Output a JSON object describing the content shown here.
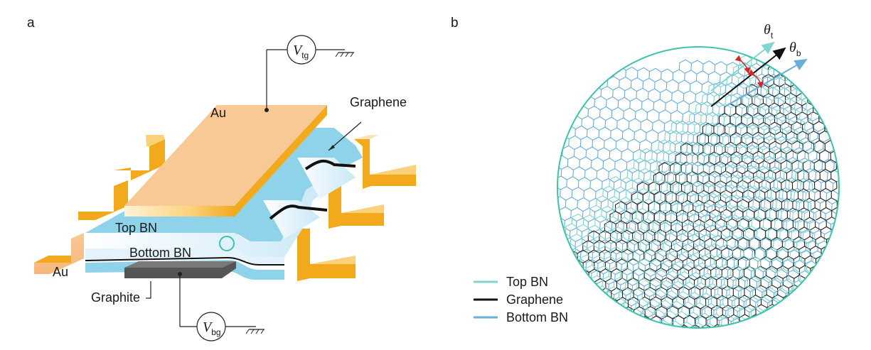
{
  "panel_a": {
    "letter": "a",
    "labels": {
      "au_top": "Au",
      "au_left": "Au",
      "graphene": "Graphene",
      "top_bn": "Top BN",
      "bottom_bn": "Bottom BN",
      "graphite": "Graphite"
    },
    "top_gate": {
      "symbol": "V",
      "subscript": "tg"
    },
    "back_gate": {
      "symbol": "V",
      "subscript": "bg"
    }
  },
  "panel_b": {
    "letter": "b",
    "angles": [
      {
        "symbol": "θ",
        "subscript": "t"
      },
      {
        "symbol": "θ",
        "subscript": "b"
      }
    ],
    "legend": [
      {
        "label": "Top BN",
        "color": "#7fd6cf"
      },
      {
        "label": "Graphene",
        "color": "#111111"
      },
      {
        "label": "Bottom BN",
        "color": "#6baed6"
      }
    ]
  },
  "colors": {
    "gold": "#f2a91c",
    "gold_light": "#fde3b0",
    "au_pad": "#f9c995",
    "bn_blue": "#8fd3ea",
    "bn_light": "#e4f3fb",
    "graphite": "#555555",
    "circle_teal": "#3cc3a8",
    "angle_red": "#d62728"
  }
}
